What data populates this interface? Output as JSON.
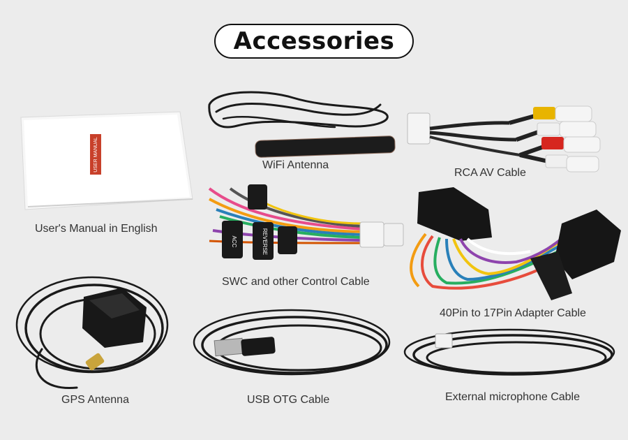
{
  "title": "Accessories",
  "manual_label": "USER MANUAL",
  "cable_labels": {
    "acc": "ACC",
    "reverse": "REVERSE"
  },
  "captions": {
    "manual": "User's Manual in English",
    "wifi": "WiFi Antenna",
    "rca": "RCA AV Cable",
    "swc": "SWC and other Control Cable",
    "adapter": "40Pin to 17Pin Adapter Cable",
    "gps": "GPS Antenna",
    "usb": "USB OTG Cable",
    "mic": "External microphone Cable"
  },
  "colors": {
    "background": "#ececec",
    "title_border": "#111111",
    "manual_label": "#c8402a"
  }
}
